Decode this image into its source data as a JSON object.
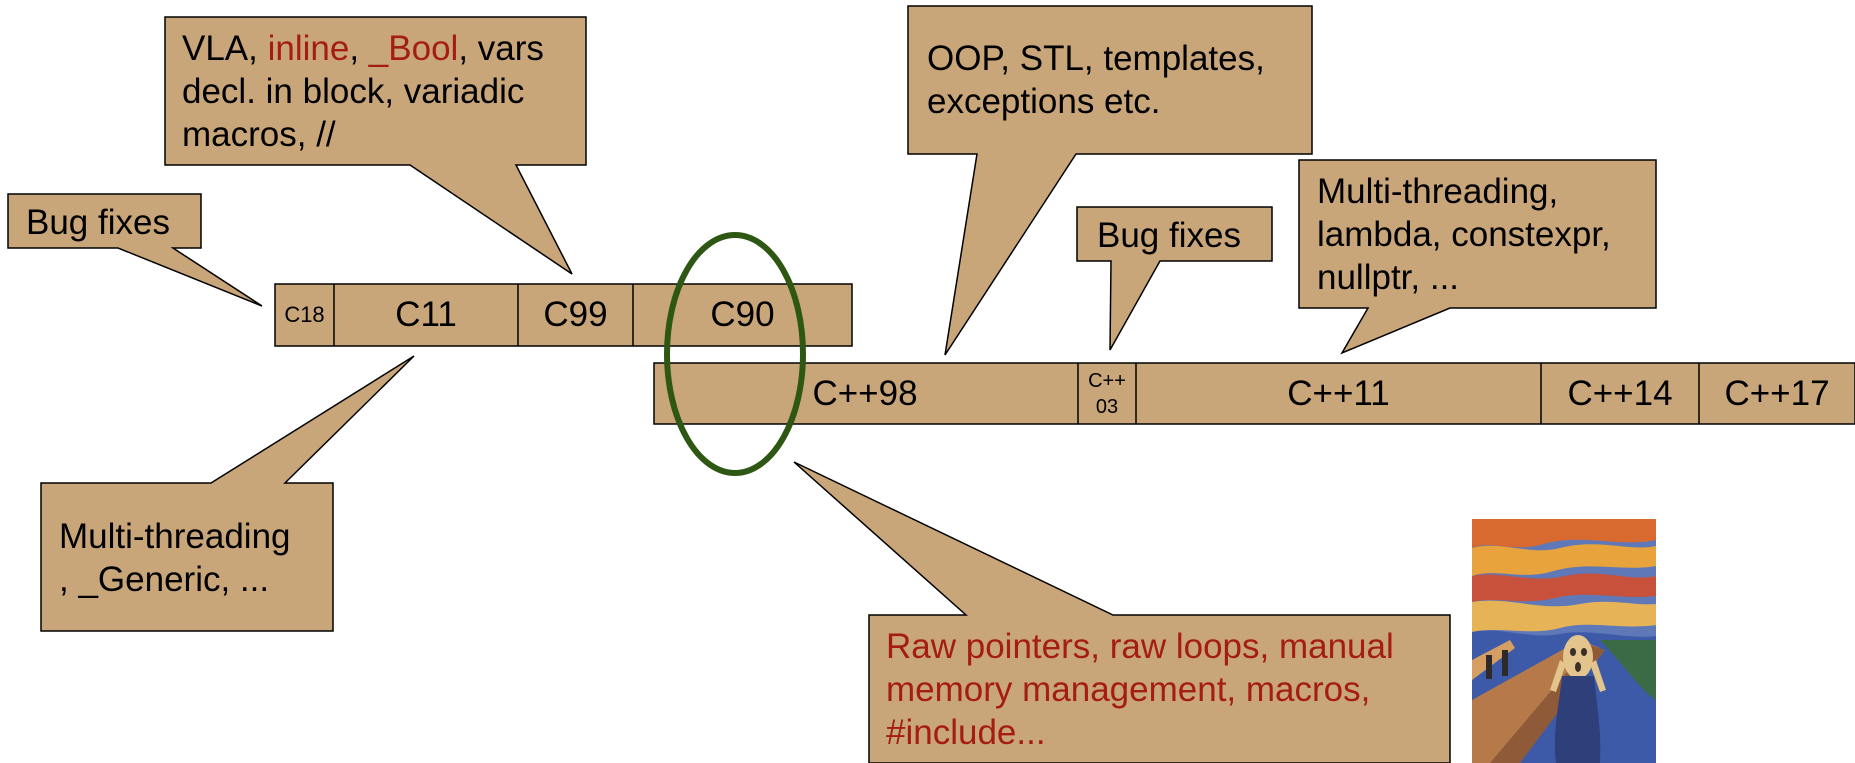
{
  "colors": {
    "box_fill": "#c9a679",
    "outline": "#000000",
    "ellipse": "#2f5714",
    "highlight_text": "#a51c13"
  },
  "c_timeline": [
    "C18",
    "C11",
    "C99",
    "C90"
  ],
  "cpp_timeline": [
    "C++98",
    "C++",
    "03",
    "C++11",
    "C++14",
    "C++17"
  ],
  "callouts": {
    "c18": "Bug fixes",
    "c99": {
      "part1": "VLA, ",
      "inline": "inline",
      "part2": ", ",
      "bool": "_Bool",
      "part3": ", vars",
      "line2": "decl. in block, variadic",
      "line3": "macros, //"
    },
    "c11": {
      "line1": "Multi-threading",
      "line2": ", _Generic, ..."
    },
    "cpp98": {
      "line1": "OOP, STL, templates,",
      "line2": "exceptions etc."
    },
    "cpp03": "Bug fixes",
    "cpp11": {
      "line1": "Multi-threading,",
      "line2": "lambda, constexpr,",
      "line3": "nullptr, ..."
    },
    "legacy": {
      "line1": "Raw pointers, raw loops, manual",
      "line2": "memory management, macros,",
      "line3": "#include..."
    }
  },
  "image": "the-scream-painting"
}
